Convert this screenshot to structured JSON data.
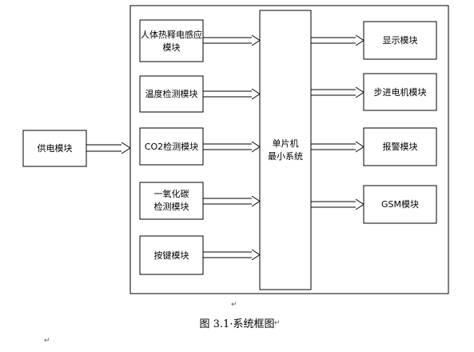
{
  "diagram": {
    "power_module": "供电模块",
    "inputs": {
      "pir_line1": "人体热释电感应",
      "pir_line2": "模块",
      "temperature": "温度检测模块",
      "co2": "CO2检测模块",
      "co_line1": "一氧化碳",
      "co_line2": "检测模块",
      "keys": "按键模块"
    },
    "mcu_line1": "单片机",
    "mcu_line2": "最小系统",
    "outputs": {
      "display": "显示模块",
      "stepper": "步进电机模块",
      "alarm": "报警模块",
      "gsm": "GSM模块"
    }
  },
  "caption": "图 3.1·系统框图",
  "marks": {
    "return_mark": "↵"
  }
}
